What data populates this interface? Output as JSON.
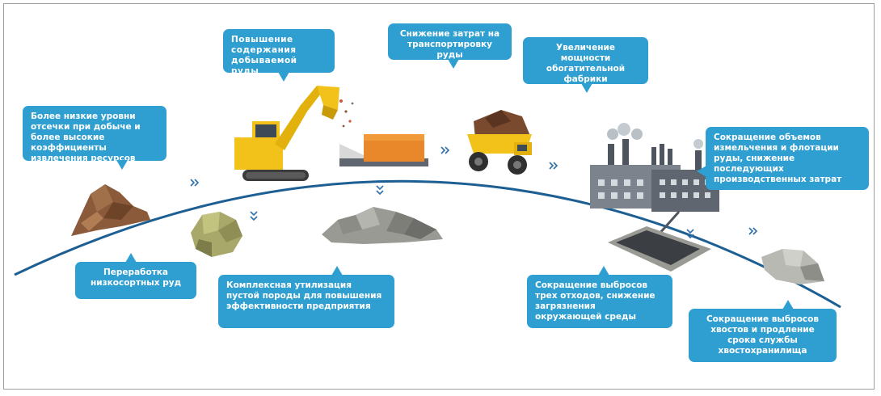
{
  "callouts": {
    "cutoff": "Более низкие уровни отсечки при добыче и более высокие коэффициенты извлечения ресурсов",
    "grade": "Повышение содержания добываемой руды",
    "transport": "Снижение затрат на транспортировку руды",
    "capacity": "Увеличение мощности обогатительной фабрики",
    "grinding": "Сокращение объемов измельчения и флотации руды, снижение последующих производственных затрат",
    "lowgrade": "Переработка низкосортных руд",
    "waste": "Комплексная утилизация пустой породы для повышения эффективности предприятия",
    "emissions": "Сокращение выбросов трех отходов, снижение загрязнения окружающей среды",
    "tailings": "Сокращение выбросов хвостов и продление срока службы хвостохранилища"
  },
  "colors": {
    "callout": "#2f9fd1",
    "arc": "#1d5f93",
    "excavator": "#f2c21b",
    "factory": "#6a6f78",
    "ore": "#8a5a3a",
    "rock": "#9a9a95"
  },
  "icons": [
    "ore-pile-icon",
    "excavator-icon",
    "conveyor-bin-icon",
    "mining-truck-icon",
    "factory-icon",
    "tailings-pond-icon",
    "waste-rock-icon",
    "low-grade-ore-icon",
    "tailings-pile-icon",
    "double-chevron-icon"
  ]
}
